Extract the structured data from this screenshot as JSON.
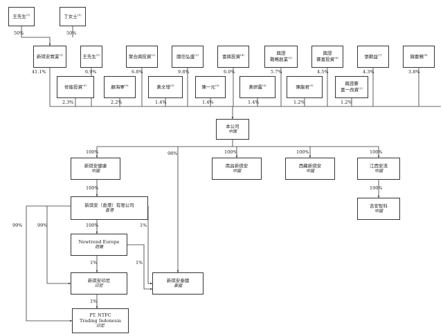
{
  "nodes": {
    "wang_top": {
      "name": "王先生",
      "note": "(1)"
    },
    "ding": {
      "name": "丁女士",
      "note": "(1)"
    },
    "xinqi_shiye": {
      "name": "新琪安實業",
      "note": "(1)"
    },
    "wang2": {
      "name": "王先生",
      "note": "(1)"
    },
    "juhe": {
      "name": "聚合興投資",
      "note": "(2)"
    },
    "guoxin": {
      "name": "國信弘盛",
      "note": "(3)"
    },
    "fuxing": {
      "name": "富興投資",
      "note": "(4)"
    },
    "xingtu_zhanlue": {
      "name": "興證\n戰略創業",
      "note": "(5)"
    },
    "xingtu_saifu": {
      "name": "興證\n賽富投資",
      "note": "(6)"
    },
    "zhang": {
      "name": "張朝益",
      "note": "(7)"
    },
    "jia": {
      "name": "賀慶鴉",
      "note": "(8)"
    },
    "xiuneng": {
      "name": "修能投資",
      "note": "(9)"
    },
    "gu": {
      "name": "顧海軍",
      "note": "(9)"
    },
    "huang_wenzeng": {
      "name": "黃文增",
      "note": "(9)"
    },
    "chen_yiyuan": {
      "name": "陳一元",
      "note": "(9)"
    },
    "huang_yan": {
      "name": "黃妍露",
      "note": "(9)"
    },
    "chen_longjun": {
      "name": "陳龍君",
      "note": "(9)"
    },
    "xingtu_fu1": {
      "name": "興證賽\n富一改資",
      "note": "(2)"
    },
    "company": {
      "name": "本公司",
      "sub": "中国"
    },
    "health": {
      "name": "新琪安健康",
      "sub": "中國"
    },
    "nanchang": {
      "name": "南昌新琪安",
      "sub": "中國"
    },
    "xizang": {
      "name": "西藏新琪安",
      "sub": "中國"
    },
    "jiangxi": {
      "name": "江西安流",
      "sub": "中國"
    },
    "jian": {
      "name": "吉安智科",
      "sub": "中國"
    },
    "hk": {
      "name": "新琪安（香港）有限公司",
      "sub": "香港"
    },
    "europe": {
      "name": "Newtrend Europe",
      "sub": "荷蘭"
    },
    "indonesia": {
      "name": "新琪安印尼",
      "sub": "印尼"
    },
    "thailand": {
      "name": "新琪安泰國",
      "sub": "泰國"
    },
    "pt": {
      "name": "PT. NTFC\nTrading Indonesia",
      "sub": "印尼"
    }
  },
  "percentages": {
    "wang_top": "50%",
    "ding": "50%",
    "xinqi_shiye": "41.1%",
    "wang2": "6.9%",
    "juhe": "6.8%",
    "guoxin": "9.8%",
    "fuxing": "6.0%",
    "xingtu_zhanlue": "5.7%",
    "xingtu_saifu": "4.5%",
    "zhang": "4.3%",
    "jia": "3.8%",
    "xiuneng": "2.3%",
    "gu": "2.2%",
    "huang_wenzeng": "1.4%",
    "chen_yiyuan": "1.4%",
    "huang_yan": "1.4%",
    "chen_longjun": "1.2%",
    "xingtu_fu1": "1.2%",
    "health": "100%",
    "thailand_direct": "98%",
    "nanchang": "100%",
    "xizang": "100%",
    "jiangxi": "100%",
    "jian": "100%",
    "hk": "100%",
    "europe": "100%",
    "pt_left": "99%",
    "indo_left": "99%",
    "hk_thai": "1%",
    "eu_indo": "1%",
    "eu_thai": "1%",
    "indo_pt": "1%"
  }
}
